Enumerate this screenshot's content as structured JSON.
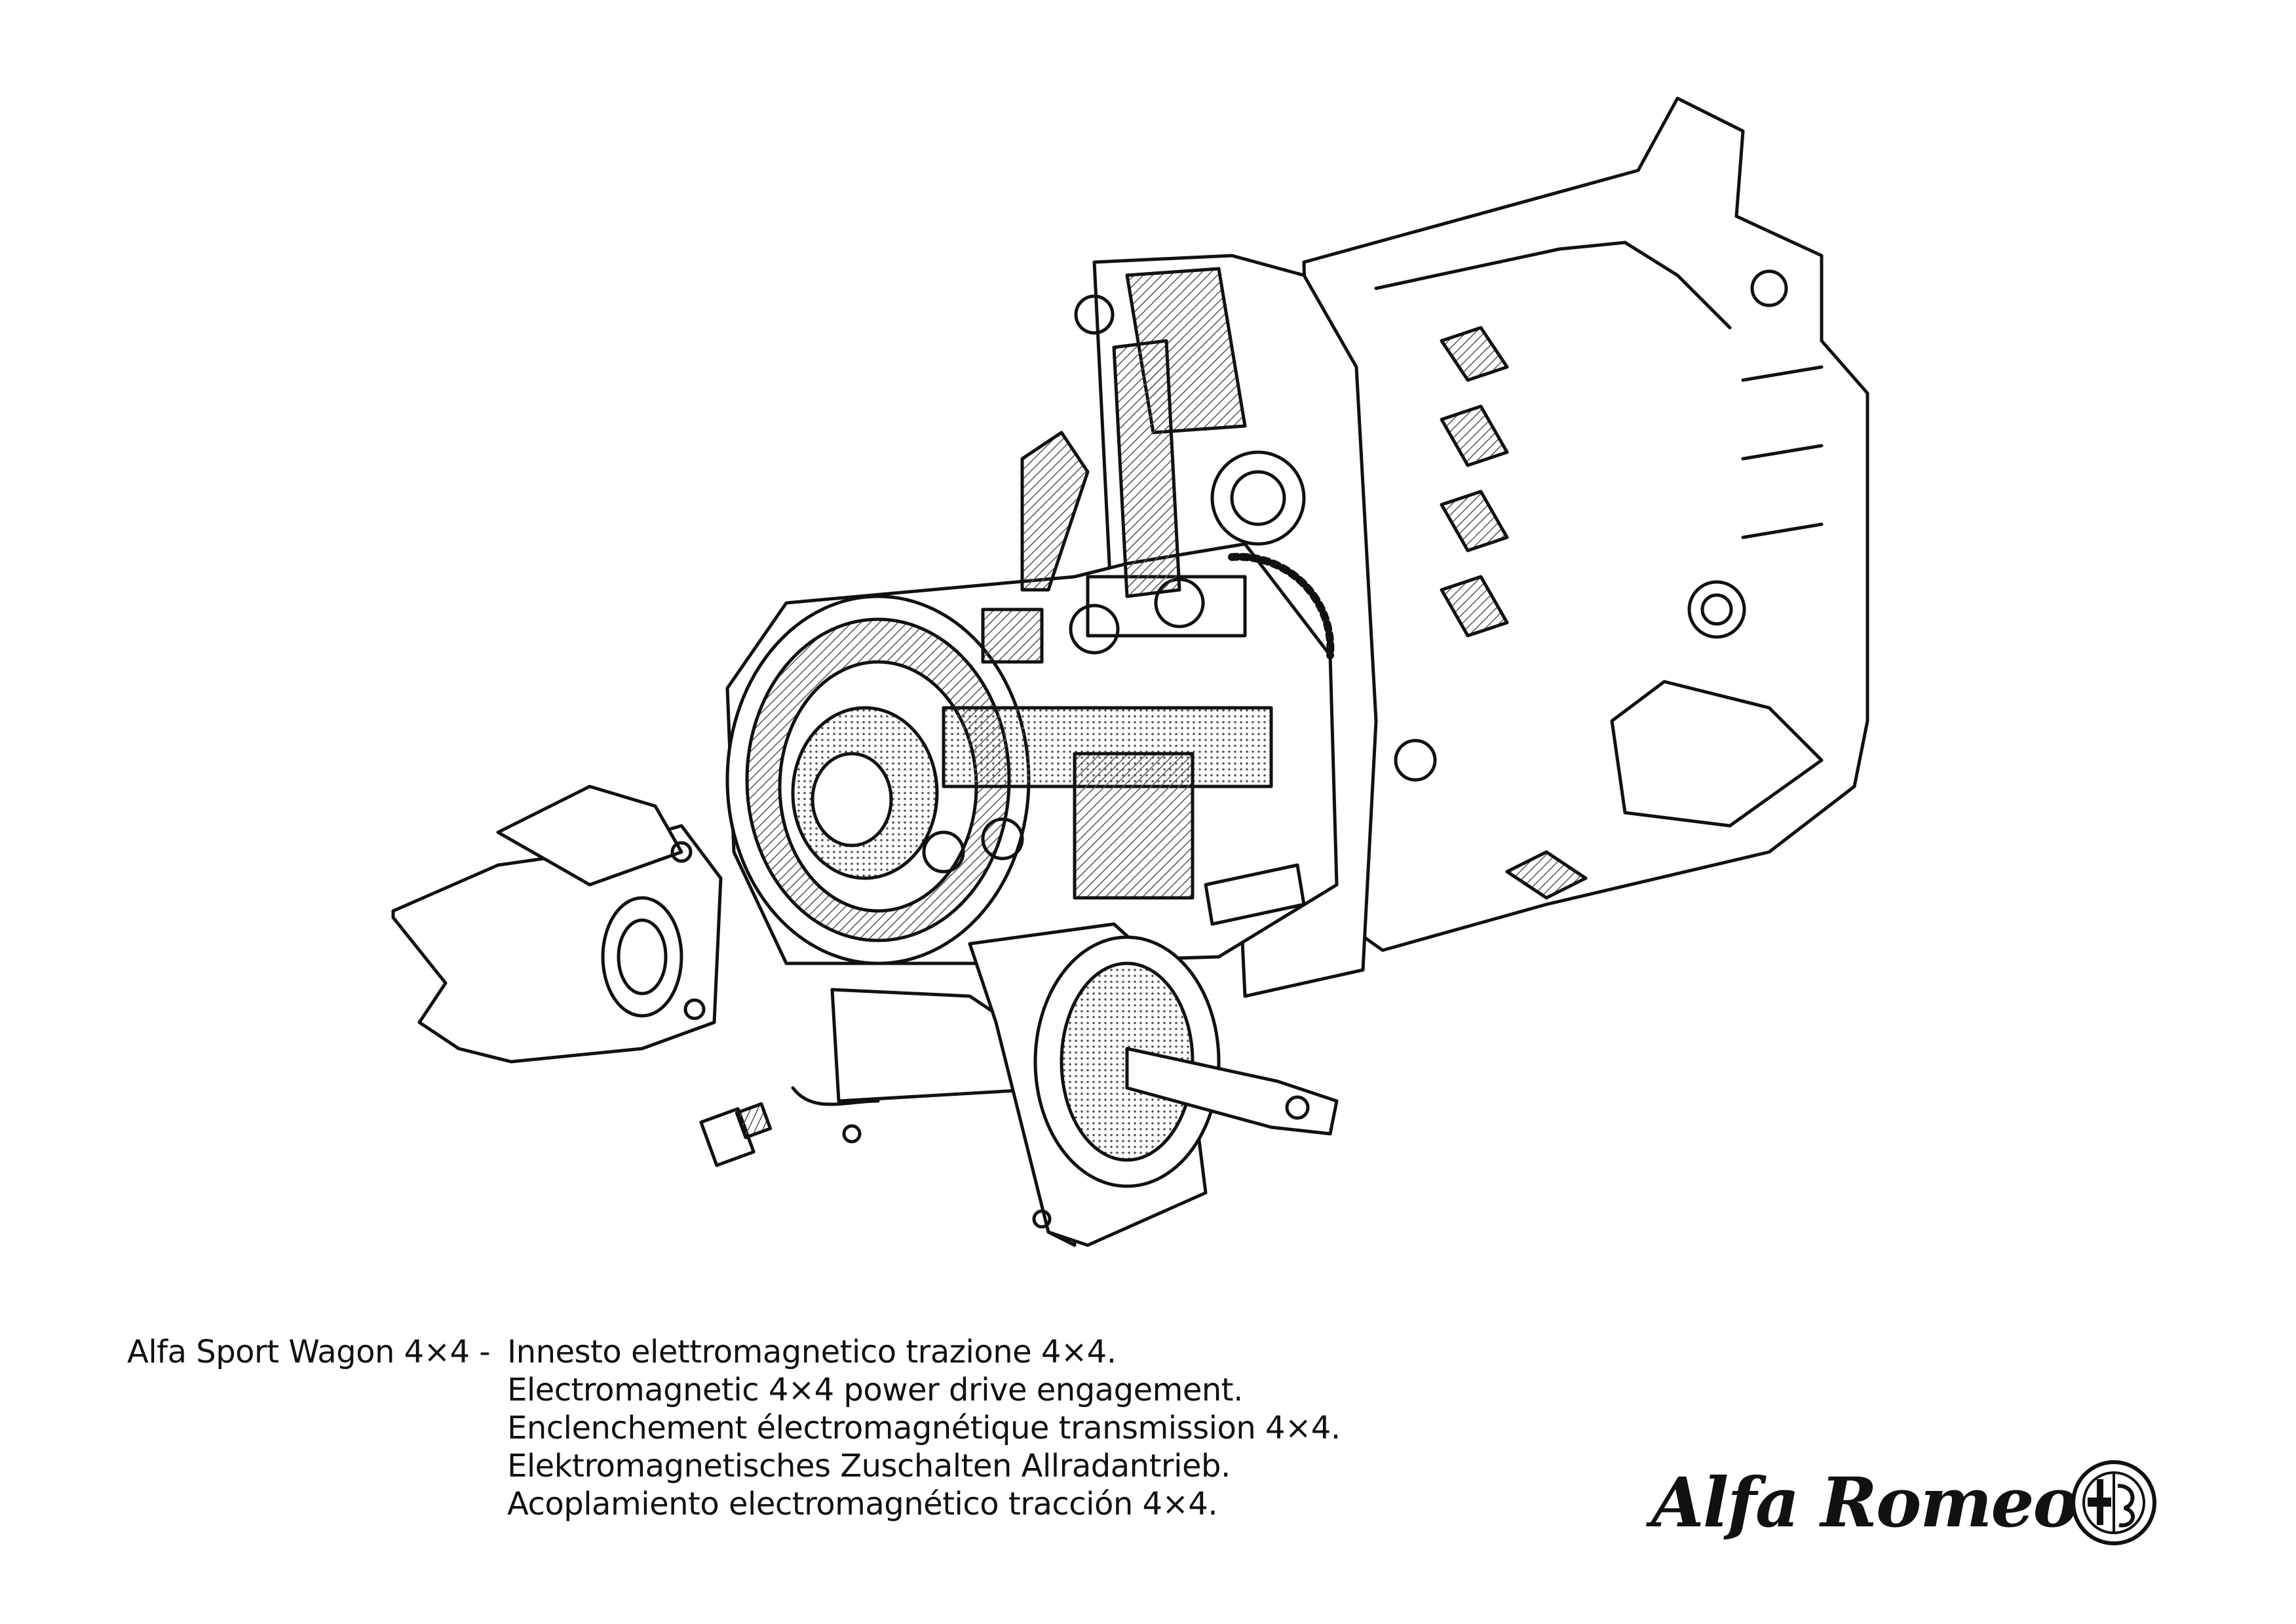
{
  "caption": {
    "model": "Alfa Sport Wagon 4×4 -",
    "lines": [
      "Innesto elettromagnetico trazione 4×4.",
      "Electromagnetic 4×4 power drive engagement.",
      "Enclenchement électromagnétique transmission 4×4.",
      "Elektromagnetisches Zuschalten Allradantrieb.",
      "Acoplamiento electromagnético tracción 4×4."
    ]
  },
  "brand": {
    "logo_text": "Alfa Romeo"
  },
  "colors": {
    "ink": "#111111",
    "paper": "#ffffff",
    "hatch": "#9a9a9a"
  }
}
